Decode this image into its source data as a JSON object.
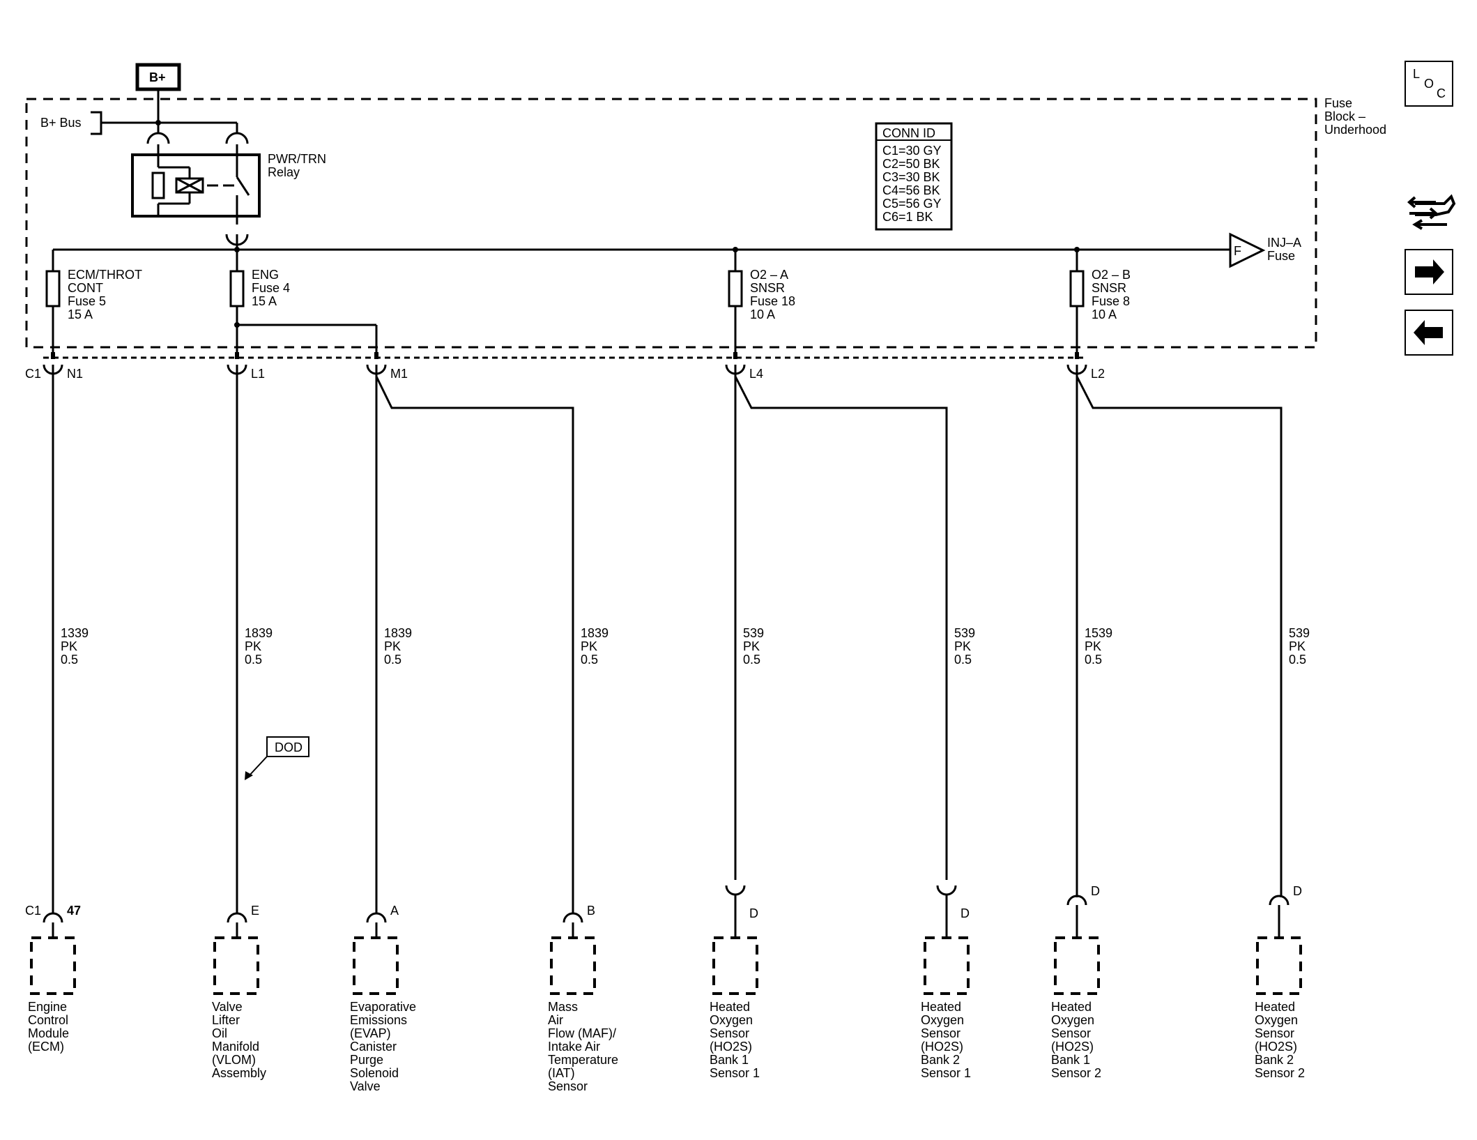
{
  "supply": {
    "label": "B+"
  },
  "bus": {
    "label": "B+ Bus"
  },
  "fuse_block": {
    "label_lines": [
      "Fuse",
      "Block –",
      "Underhood"
    ]
  },
  "relay": {
    "label_lines": [
      "PWR/TRN",
      "Relay"
    ]
  },
  "conn_id": {
    "header": "CONN ID",
    "rows": [
      "C1=30 GY",
      "C2=50 BK",
      "C3=30 BK",
      "C4=56 BK",
      "C5=56 GY",
      "C6=1 BK"
    ]
  },
  "inj_fuse": {
    "symbol": "F",
    "label_lines": [
      "INJ–A",
      "Fuse"
    ]
  },
  "fuses": [
    {
      "lines": [
        "ECM/THROT",
        "CONT",
        "Fuse 5",
        "15 A"
      ]
    },
    {
      "lines": [
        "ENG",
        "Fuse 4",
        "15 A"
      ]
    },
    {
      "lines": [
        "O2 – A",
        "SNSR",
        "Fuse 18",
        "10 A"
      ]
    },
    {
      "lines": [
        "O2 – B",
        "SNSR",
        "Fuse 8",
        "10 A"
      ]
    }
  ],
  "top_connectors": [
    {
      "conn": "C1",
      "pin": "N1"
    },
    {
      "pin": "L1"
    },
    {
      "pin": "M1"
    },
    {
      "pin": "L4"
    },
    {
      "pin": "L2"
    }
  ],
  "wires": [
    {
      "circuit": "1339",
      "color": "PK",
      "gauge": "0.5"
    },
    {
      "circuit": "1839",
      "color": "PK",
      "gauge": "0.5"
    },
    {
      "circuit": "1839",
      "color": "PK",
      "gauge": "0.5"
    },
    {
      "circuit": "1839",
      "color": "PK",
      "gauge": "0.5"
    },
    {
      "circuit": "539",
      "color": "PK",
      "gauge": "0.5"
    },
    {
      "circuit": "539",
      "color": "PK",
      "gauge": "0.5"
    },
    {
      "circuit": "1539",
      "color": "PK",
      "gauge": "0.5"
    },
    {
      "circuit": "539",
      "color": "PK",
      "gauge": "0.5"
    }
  ],
  "dod_tag": "DOD",
  "components": [
    {
      "conn": "C1",
      "pin": "47",
      "name_lines": [
        "Engine",
        "Control",
        "Module",
        "(ECM)"
      ]
    },
    {
      "pin": "E",
      "name_lines": [
        "Valve",
        "Lifter",
        "Oil",
        "Manifold",
        "(VLOM)",
        "Assembly"
      ]
    },
    {
      "pin": "A",
      "name_lines": [
        "Evaporative",
        "Emissions",
        "(EVAP)",
        "Canister",
        "Purge",
        "Solenoid",
        "Valve"
      ]
    },
    {
      "pin": "B",
      "name_lines": [
        "Mass",
        "Air",
        "Flow (MAF)/",
        "Intake Air",
        "Temperature",
        "(IAT)",
        "Sensor"
      ]
    },
    {
      "pin": "D",
      "name_lines": [
        "Heated",
        "Oxygen",
        "Sensor",
        "(HO2S)",
        "Bank 1",
        "Sensor 1"
      ]
    },
    {
      "pin": "D",
      "name_lines": [
        "Heated",
        "Oxygen",
        "Sensor",
        "(HO2S)",
        "Bank 2",
        "Sensor 1"
      ]
    },
    {
      "pin": "D",
      "name_lines": [
        "Heated",
        "Oxygen",
        "Sensor",
        "(HO2S)",
        "Bank 1",
        "Sensor 2"
      ]
    },
    {
      "pin": "D",
      "name_lines": [
        "Heated",
        "Oxygen",
        "Sensor",
        "(HO2S)",
        "Bank 2",
        "Sensor 2"
      ]
    }
  ],
  "nav": {
    "loc_letters": [
      "L",
      "O",
      "C"
    ],
    "icons": [
      "component-tool-icon",
      "forward-arrow-icon",
      "back-arrow-icon"
    ]
  }
}
